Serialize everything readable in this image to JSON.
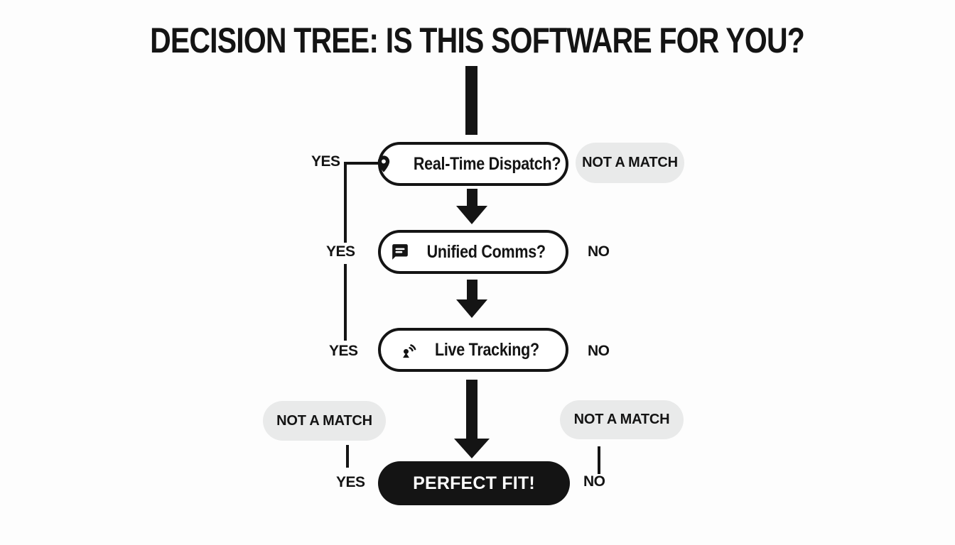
{
  "title": "DECISION TREE: IS THIS SOFTWARE FOR YOU?",
  "colors": {
    "ink": "#141414",
    "node_border": "#141414",
    "gray_pill_bg": "#e9eaea",
    "final_bg": "#141414",
    "final_text": "#ffffff",
    "background": "#fdfdfd"
  },
  "rows": [
    {
      "question": "Real-Time Dispatch?",
      "icon": "location-pin-icon",
      "left_label": "YES",
      "right_label": "NOT A MATCH"
    },
    {
      "question": "Unified Comms?",
      "icon": "chat-bubble-icon",
      "left_label": "YES",
      "right_label": "NO"
    },
    {
      "question": "Live Tracking?",
      "icon": "broadcast-icon",
      "left_label": "YES",
      "right_label": "NO"
    }
  ],
  "bottom": {
    "left_outcome": "NOT A MATCH",
    "left_branch": "YES",
    "final": "PERFECT FIT!",
    "right_outcome": "NOT A MATCH",
    "right_branch": "NO"
  }
}
